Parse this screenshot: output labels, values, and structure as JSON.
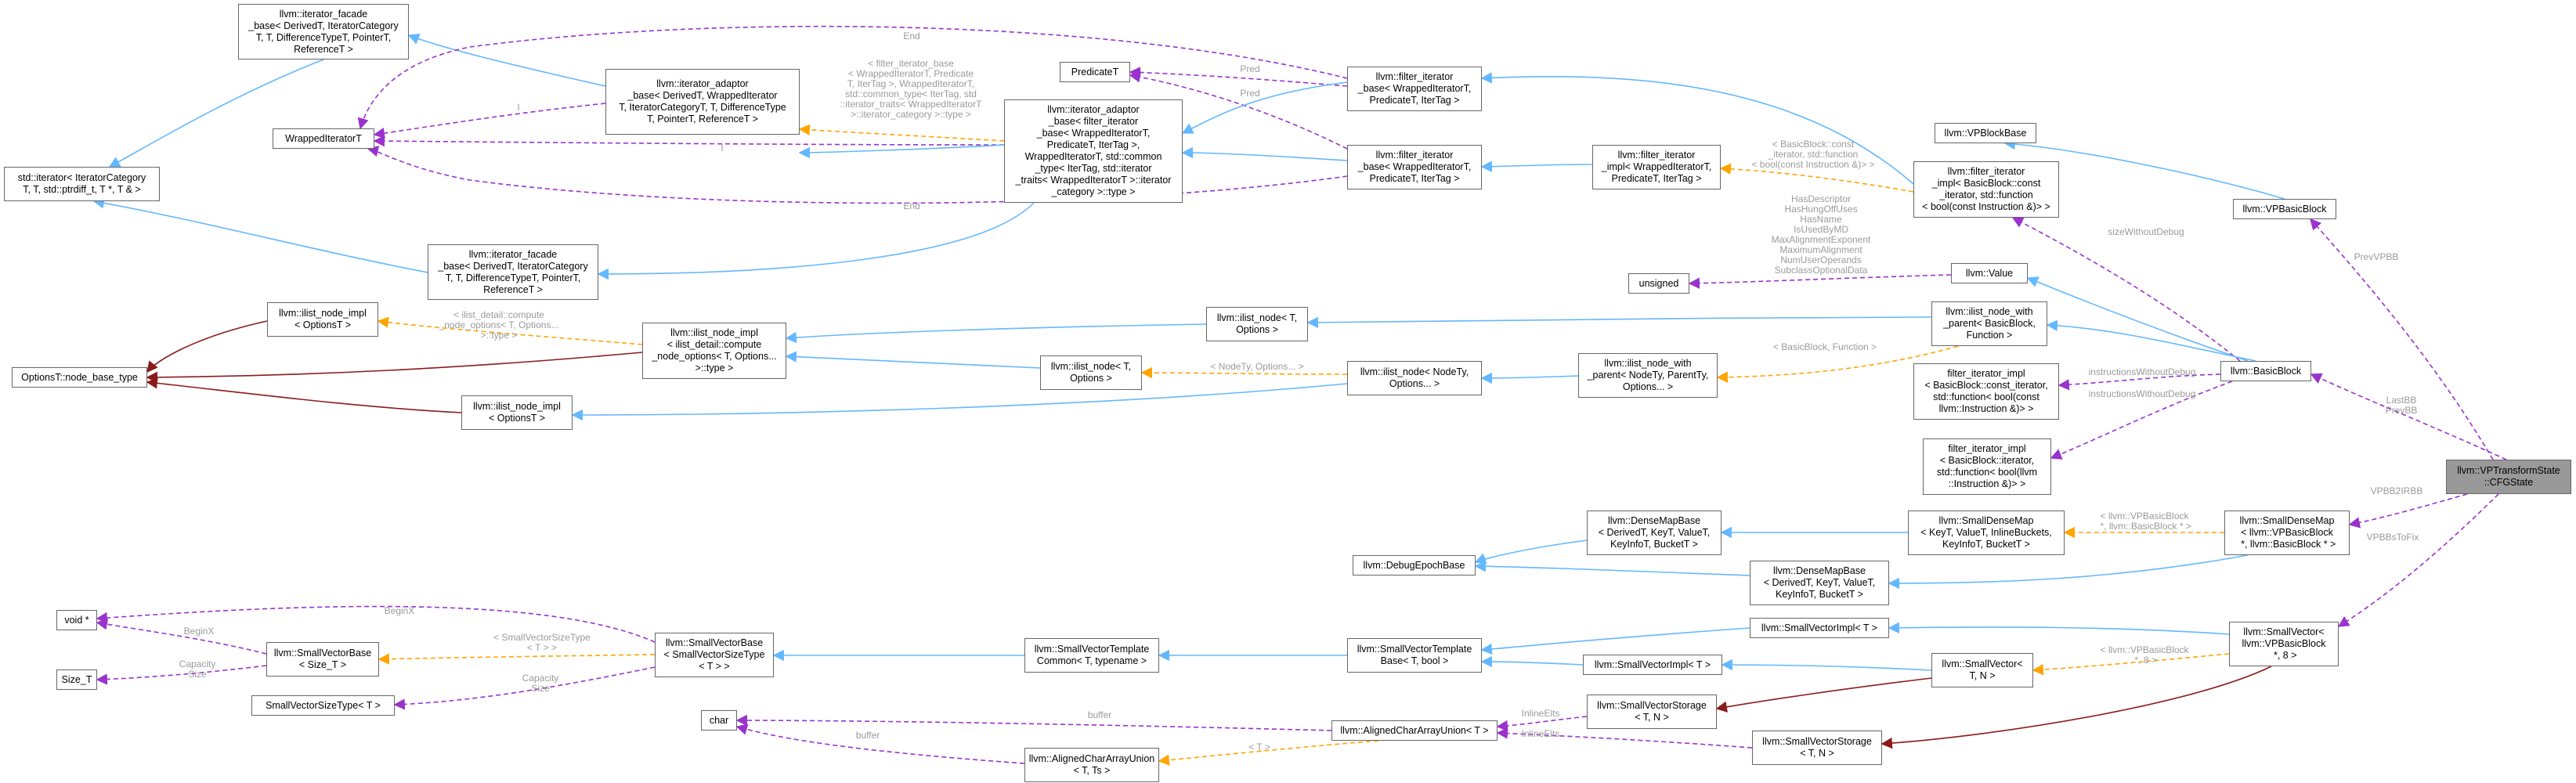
{
  "colors": {
    "blue": "#63b8ff",
    "purple": "#9a32cd",
    "orange": "#ffa500",
    "darkred": "#8b1a1a",
    "label": "#9a9a9a",
    "focus": "#999999"
  },
  "nodes": {
    "iter_facade_top": "llvm::iterator_facade\n_base< DerivedT, IteratorCategory\nT, T, DifferenceTypeT, PointerT,\nReferenceT >",
    "std_iterator": "std::iterator< IteratorCategory\nT, T, std::ptrdiff_t, T *, T & >",
    "wrapped": "WrappedIteratorT",
    "iter_adaptor_top": "llvm::iterator_adaptor\n_base< DerivedT, WrappedIterator\nT, IteratorCategoryT, T, DifferenceType\nT, PointerT, ReferenceT >",
    "iter_adaptor_mid": "llvm::iterator_adaptor\n_base< filter_iterator\n_base< WrappedIteratorT,\nPredicateT, IterTag >,\nWrappedIteratorT, std::common\n_type< IterTag, std::iterator\n_traits< WrappedIteratorT >::iterator\n_category >::type >",
    "predicate": "PredicateT",
    "filter_base1": "llvm::filter_iterator\n_base< WrappedIteratorT,\nPredicateT, IterTag >",
    "filter_base2": "llvm::filter_iterator\n_base< WrappedIteratorT,\nPredicateT, IterTag >",
    "filter_impl": "llvm::filter_iterator\n_impl< WrappedIteratorT,\nPredicateT, IterTag >",
    "filter_impl_bb": "llvm::filter_iterator\n_impl< BasicBlock::const\n_iterator, std::function\n< bool(const Instruction &)> >",
    "vpblockbase": "llvm::VPBlockBase",
    "vpbasicblock": "llvm::VPBasicBlock",
    "iter_facade_bottom": "llvm::iterator_facade\n_base< DerivedT, IteratorCategory\nT, T, DifferenceTypeT, PointerT,\nReferenceT >",
    "unsigned": "unsigned",
    "value": "llvm::Value",
    "ilist_node_impl_opt": "llvm::ilist_node_impl\n< OptionsT >",
    "options_base": "OptionsT::node_base_type",
    "ilist_node_impl_big": "llvm::ilist_node_impl\n< ilist_detail::compute\n_node_options< T, Options...\n>::type >",
    "ilist_node_top": "llvm::ilist_node< T,\nOptions >",
    "ilist_node_with_parent_bb": "llvm::ilist_node_with\n_parent< BasicBlock,\nFunction >",
    "ilist_node_mid": "llvm::ilist_node< T,\nOptions >",
    "ilist_node_nodety": "llvm::ilist_node< NodeTy,\nOptions... >",
    "ilist_node_with_parent": "llvm::ilist_node_with\n_parent< NodeTy, ParentTy,\nOptions... >",
    "ilist_node_impl_bottom": "llvm::ilist_node_impl\n< OptionsT >",
    "filter_impl_fn": "filter_iterator_impl\n< BasicBlock::const_iterator,\nstd::function< bool(const\nllvm::Instruction &)> >",
    "basicblock": "llvm::BasicBlock",
    "filter_impl_bb2": "filter_iterator_impl\n< BasicBlock::iterator,\nstd::function< bool(llvm\n::Instruction &)> >",
    "cfgstate": "llvm::VPTransformState\n::CFGState",
    "densemapbase1": "llvm::DenseMapBase\n< DerivedT, KeyT, ValueT,\nKeyInfoT, BucketT >",
    "smalldensemap_kv": "llvm::SmallDenseMap\n< KeyT, ValueT, InlineBuckets,\nKeyInfoT, BucketT >",
    "smalldensemap": "llvm::SmallDenseMap\n< llvm::VPBasicBlock\n *, llvm::BasicBlock * >",
    "debugepoch": "llvm::DebugEpochBase",
    "densemapbase2": "llvm::DenseMapBase\n< DerivedT, KeyT, ValueT,\nKeyInfoT, BucketT >",
    "voidp": "void *",
    "smallvectorbase_size": "llvm::SmallVectorBase\n< Size_T >",
    "size_t": "Size_T",
    "smallvectorsizetype": "SmallVectorSizeType< T >",
    "smallvectorbase": "llvm::SmallVectorBase\n< SmallVectorSizeType\n< T > >",
    "svtc": "llvm::SmallVectorTemplate\nCommon< T, typename >",
    "svtb": "llvm::SmallVectorTemplate\nBase< T, bool >",
    "svimpl1": "llvm::SmallVectorImpl< T >",
    "svimpl2": "llvm::SmallVectorImpl< T >",
    "smallvector_tn": "llvm::SmallVector<\nT, N >",
    "smallvector_vpbb": "llvm::SmallVector<\nllvm::VPBasicBlock\n *, 8 >",
    "char": "char",
    "acau_t": "llvm::AlignedCharArrayUnion< T >",
    "svstorage1": "llvm::SmallVectorStorage\n< T, N >",
    "acau_ts": "llvm::AlignedCharArrayUnion\n< T, Ts >",
    "svstorage2": "llvm::SmallVectorStorage\n< T, N >"
  },
  "edge_labels": {
    "end_top": "End",
    "i_top": "I",
    "pred1": "Pred",
    "pred2": "Pred",
    "end_mid": "End",
    "i_mid": "I",
    "adaptor_base_tmpl": "< filter_iterator_base\n< WrappedIteratorT, Predicate\nT, IterTag >, WrappedIteratorT,\nstd::common_type< IterTag, std\n::iterator_traits< WrappedIteratorT\n>::iterator_category >::type >",
    "bb_const_tmpl": "< BasicBlock::const\n_iterator, std::function\n< bool(const Instruction &)> >",
    "sizewithoutdebug": "sizeWithoutDebug",
    "value_members": "HasDescriptor\nHasHungOffUses\nHasName\nIsUsedByMD\nMaxAlignmentExponent\nMaximumAlignment\nNumUserOperands\nSubclassOptionalData",
    "prevvpbb": "PrevVPBB",
    "ilist_detail_tmpl": "< ilist_detail::compute\n_node_options< T, Options...\n>::type >",
    "bb_function_tmpl": "< BasicBlock, Function >",
    "nodety_tmpl": "< NodeTy, Options... >",
    "instr_wo_debug1": "instructionsWithoutDebug",
    "instr_wo_debug2": "instructionsWithoutDebug",
    "lastbb_prevbb": "LastBB\nPrevBB",
    "vpbb2irbb": "VPBB2IRBB",
    "vpbbsttofix": "VPBBsToFix",
    "densemap_tmpl": "< llvm::VPBasicBlock\n *, llvm::BasicBlock * >",
    "beginx1": "BeginX",
    "beginx2": "BeginX",
    "capacity_size1": "Capacity\nSize",
    "svst_tmpl": "< SmallVectorSizeType\n< T > >",
    "capacity_size2": "Capacity\nSize",
    "smallvector_tmpl": "< llvm::VPBasicBlock\n *, 8 >",
    "buffer1": "buffer",
    "inlineelts1": "InlineElts",
    "buffer2": "buffer",
    "t_tmpl": "< T >",
    "inlineelts2": "InlineElts"
  }
}
